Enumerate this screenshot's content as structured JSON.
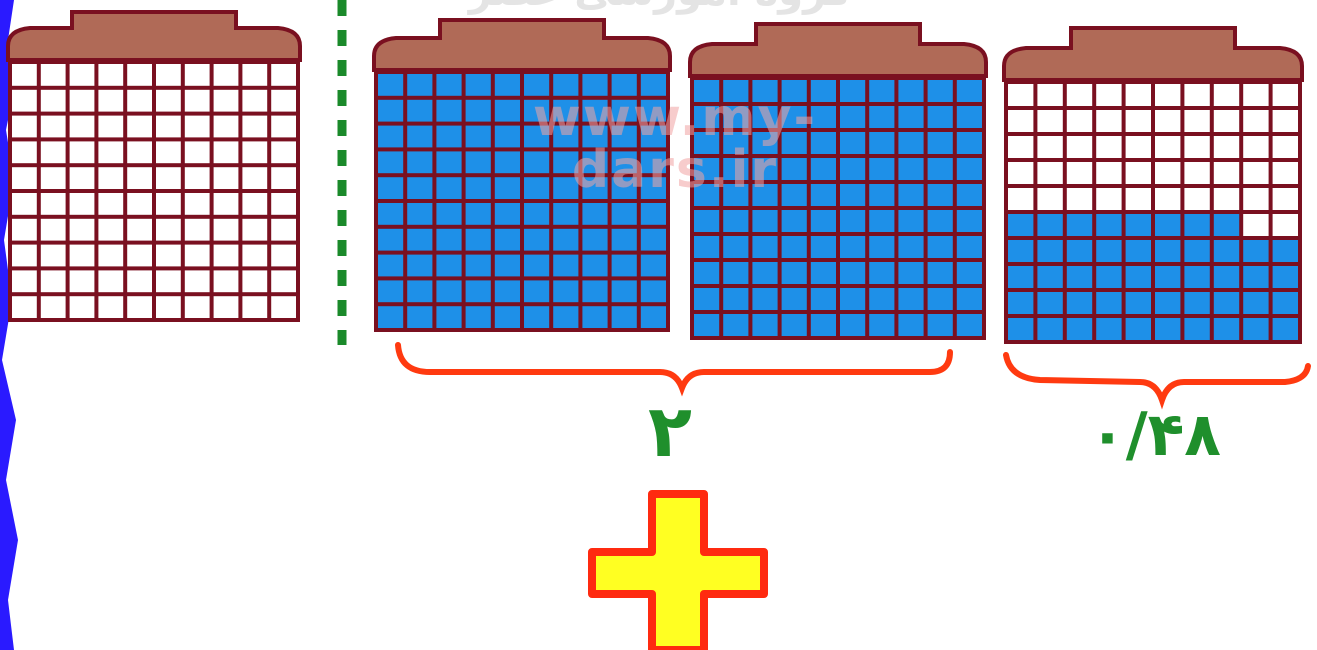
{
  "colors": {
    "roof": "#b06a57",
    "frame": "#7a1020",
    "shaded": "#1e90e8",
    "unshaded": "#ffffff",
    "brace": "#ff3a10",
    "label": "#1f8f2c",
    "divider": "#1a8a2a",
    "plus_fill": "#ffff22",
    "plus_stroke": "#ff2a10",
    "edge": "#2a1aff"
  },
  "grids": [
    {
      "name": "grid-whole-unit",
      "shaded_rows": 0
    },
    {
      "name": "grid-one-a",
      "shaded_rows": 10
    },
    {
      "name": "grid-one-b",
      "shaded_rows": 10
    },
    {
      "name": "grid-hundredths",
      "shaded_rows": 4,
      "extra_shaded_cells": 8
    }
  ],
  "labels": {
    "ones": "۲",
    "decimal": "۰/۴۸"
  },
  "watermark": {
    "top": "گروه آموزشی عصر",
    "url": "www.my-dars.ir"
  },
  "icons": [
    "plus-icon"
  ]
}
